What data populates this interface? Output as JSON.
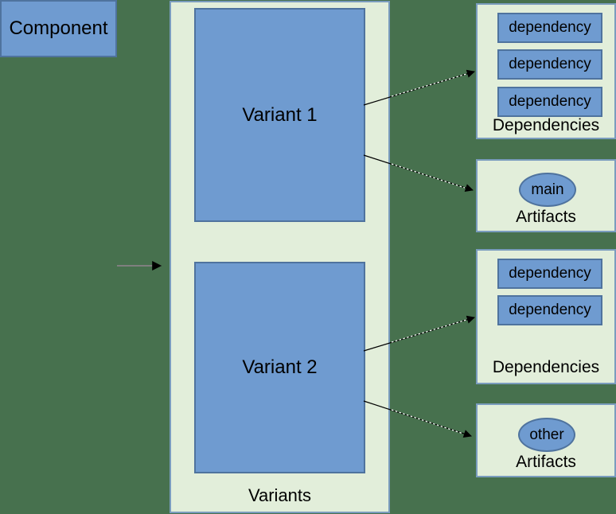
{
  "colors": {
    "background": "#47714E",
    "panel_fill": "#E2EEDA",
    "panel_border": "#7A9CBE",
    "node_fill": "#6F9BD0",
    "node_border": "#4F739E",
    "arrow": "#000000",
    "component_arrow": "#7F7F7F"
  },
  "component": {
    "label": "Component"
  },
  "variants_panel": {
    "label": "Variants",
    "variants": [
      {
        "label": "Variant 1"
      },
      {
        "label": "Variant 2"
      }
    ]
  },
  "right_panels": [
    {
      "label": "Dependencies",
      "items": [
        "dependency",
        "dependency",
        "dependency"
      ]
    },
    {
      "label": "Artifacts",
      "items": [
        "main"
      ]
    },
    {
      "label": "Dependencies",
      "items": [
        "dependency",
        "dependency"
      ]
    },
    {
      "label": "Artifacts",
      "items": [
        "other"
      ]
    }
  ]
}
